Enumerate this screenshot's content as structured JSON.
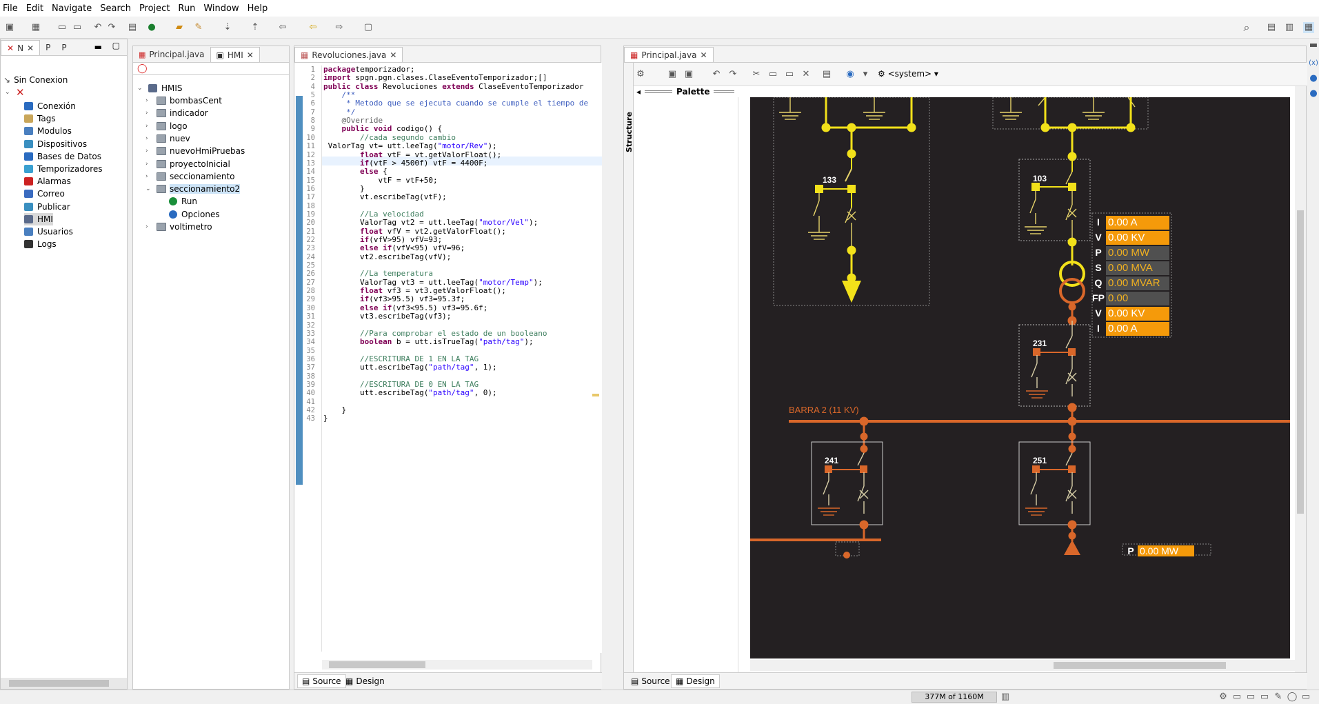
{
  "menu": [
    "File",
    "Edit",
    "Navigate",
    "Search",
    "Project",
    "Run",
    "Window",
    "Help"
  ],
  "left_panel": {
    "tabs": [
      "N",
      "P",
      "P"
    ],
    "connection_status": "Sin Conexion",
    "items": [
      "Conexión",
      "Tags",
      "Modulos",
      "Dispositivos",
      "Bases de Datos",
      "Temporizadores",
      "Alarmas",
      "Correo",
      "Publicar",
      "HMI",
      "Usuarios",
      "Logs"
    ],
    "selected": "HMI"
  },
  "hmis_panel": {
    "tabs": [
      "Principal.java",
      "HMI"
    ],
    "root": "HMIS",
    "projects": [
      "bombasCent",
      "indicador",
      "logo",
      "nuev",
      "nuevoHmiPruebas",
      "proyectoInicial",
      "seccionamiento",
      "seccionamiento2",
      "voltimetro"
    ],
    "expanded": "seccionamiento2",
    "children": [
      "Run",
      "Opciones"
    ]
  },
  "editor": {
    "tab": "Revoluciones.java",
    "line_numbers": [
      "1",
      "2",
      "4",
      "5",
      "6",
      "7",
      "8",
      "9",
      "10",
      "11",
      "12",
      "13",
      "14",
      "15",
      "16",
      "17",
      "18",
      "19",
      "20",
      "21",
      "22",
      "23",
      "24",
      "25",
      "26",
      "27",
      "28",
      "29",
      "30",
      "31",
      "32",
      "33",
      "34",
      "35",
      "36",
      "37",
      "38",
      "39",
      "40",
      "41",
      "42",
      "43"
    ],
    "lines": [
      [
        [
          "kw",
          "package"
        ],
        [
          "",
          "temporizador;"
        ]
      ],
      [
        [
          "kw",
          "import"
        ],
        [
          "",
          " spgn.pgn.clases.ClaseEventoTemporizador;[]"
        ]
      ],
      [
        [
          "kw",
          "public class"
        ],
        [
          "",
          " Revoluciones "
        ],
        [
          "kw",
          "extends"
        ],
        [
          "",
          " ClaseEventoTemporizador"
        ]
      ],
      [
        [
          "jd",
          "    /**"
        ]
      ],
      [
        [
          "jd",
          "     * Metodo que se ejecuta cuando se cumple el tiempo de"
        ]
      ],
      [
        [
          "jd",
          "     */"
        ]
      ],
      [
        [
          "an",
          "    @Override"
        ]
      ],
      [
        [
          "kw",
          "    public void"
        ],
        [
          "",
          " codigo() {"
        ]
      ],
      [
        [
          "cm",
          "        //cada segundo cambio"
        ]
      ],
      [
        [
          "",
          " ValorTag vt= utt.leeTag("
        ],
        [
          "st",
          "\"motor/Rev\""
        ],
        [
          "",
          ");"
        ]
      ],
      [
        [
          "kw",
          "        float"
        ],
        [
          "",
          " vtF = vt.getValorFloat();"
        ]
      ],
      [
        [
          "kw",
          "        if"
        ],
        [
          "",
          "(vtF > 4500f) vtF = 4400F;"
        ]
      ],
      [
        [
          "kw",
          "        else"
        ],
        [
          "",
          " {"
        ]
      ],
      [
        [
          "",
          "            vtF = vtF+50;"
        ]
      ],
      [
        [
          "",
          "        }"
        ]
      ],
      [
        [
          "",
          "        vt.escribeTag(vtF);"
        ]
      ],
      [
        [
          "",
          " "
        ]
      ],
      [
        [
          "cm",
          "        //La velocidad"
        ]
      ],
      [
        [
          "",
          "        ValorTag vt2 = utt.leeTag("
        ],
        [
          "st",
          "\"motor/Vel\""
        ],
        [
          "",
          ");"
        ]
      ],
      [
        [
          "kw",
          "        float"
        ],
        [
          "",
          " vfV = vt2.getValorFloat();"
        ]
      ],
      [
        [
          "kw",
          "        if"
        ],
        [
          "",
          "(vfV>95) vfV=93;"
        ]
      ],
      [
        [
          "kw",
          "        else if"
        ],
        [
          "",
          "(vfV<95) vfV=96;"
        ]
      ],
      [
        [
          "",
          "        vt2.escribeTag(vfV);"
        ]
      ],
      [
        [
          "",
          " "
        ]
      ],
      [
        [
          "cm",
          "        //La temperatura"
        ]
      ],
      [
        [
          "",
          "        ValorTag vt3 = utt.leeTag("
        ],
        [
          "st",
          "\"motor/Temp\""
        ],
        [
          "",
          ");"
        ]
      ],
      [
        [
          "kw",
          "        float"
        ],
        [
          "",
          " vf3 = vt3.getValorFloat();"
        ]
      ],
      [
        [
          "kw",
          "        if"
        ],
        [
          "",
          "(vf3>95.5) vf3=95.3f;"
        ]
      ],
      [
        [
          "kw",
          "        else if"
        ],
        [
          "",
          "(vf3<95.5) vf3=95.6f;"
        ]
      ],
      [
        [
          "",
          "        vt3.escribeTag(vf3);"
        ]
      ],
      [
        [
          "",
          " "
        ]
      ],
      [
        [
          "cm",
          "        //Para comprobar el estado de un booleano"
        ]
      ],
      [
        [
          "kw",
          "        boolean"
        ],
        [
          "",
          " b = utt.isTrueTag("
        ],
        [
          "st",
          "\"path/tag\""
        ],
        [
          "",
          ");"
        ]
      ],
      [
        [
          "",
          " "
        ]
      ],
      [
        [
          "cm",
          "        //ESCRITURA DE 1 EN LA TAG"
        ]
      ],
      [
        [
          "",
          "        utt.escribeTag("
        ],
        [
          "st",
          "\"path/tag\""
        ],
        [
          "",
          ", 1);"
        ]
      ],
      [
        [
          "",
          " "
        ]
      ],
      [
        [
          "cm",
          "        //ESCRITURA DE 0 EN LA TAG"
        ]
      ],
      [
        [
          "",
          "        utt.escribeTag("
        ],
        [
          "st",
          "\"path/tag\""
        ],
        [
          "",
          ", 0);"
        ]
      ],
      [
        [
          "",
          " "
        ]
      ],
      [
        [
          "",
          "    }"
        ]
      ],
      [
        [
          "",
          "}"
        ]
      ]
    ],
    "bottom_tabs": [
      "Source",
      "Design"
    ]
  },
  "designer": {
    "tab": "Principal.java",
    "system_label": "<system>",
    "palette_label": "Palette",
    "structure_label": "Structure",
    "bottom_tabs": [
      "Source",
      "Design"
    ]
  },
  "hmi": {
    "breakers": [
      "133",
      "103",
      "231",
      "241",
      "251"
    ],
    "bar_label": "BARRA 2 (11 KV)",
    "measure_labels": [
      "I",
      "V",
      "P",
      "S",
      "Q",
      "FP",
      "V",
      "I"
    ],
    "measure_values": [
      "0.00 A",
      "0.00 KV",
      "0.00 MW",
      "0.00 MVA",
      "0.00 MVAR",
      "0.00",
      "0.00 KV",
      "0.00 A"
    ],
    "measure_colors": [
      "#f59a0a",
      "#f59a0a",
      "#505050",
      "#505050",
      "#505050",
      "#505050",
      "#f59a0a",
      "#f59a0a"
    ],
    "bottom_label": "P",
    "bottom_value": "0.00 MW"
  },
  "status": {
    "memory": "377M of 1160M"
  }
}
